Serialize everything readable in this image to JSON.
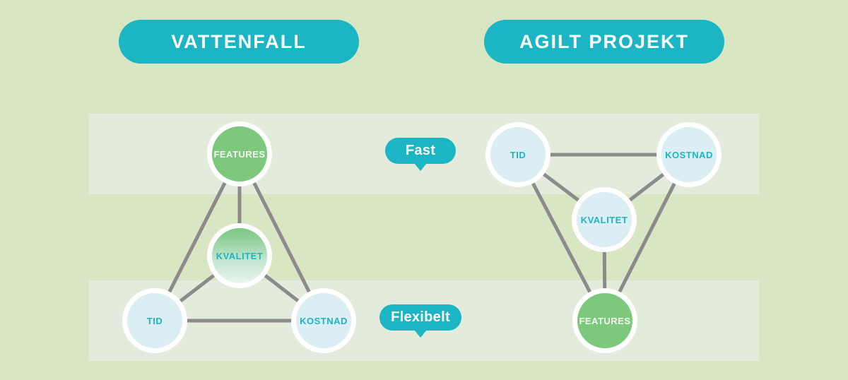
{
  "palette": {
    "background": "#d8e6c4",
    "band": "#e3ecdc",
    "teal": "#1cb5c4",
    "green": "#7cc87d",
    "light_blue": "#dbeef3",
    "gradient_top": "#79c680",
    "gradient_bottom": "#e9f5f0",
    "line": "#8a8b8a"
  },
  "headers": {
    "left": "VATTENFALL",
    "right": "AGILT PROJEKT"
  },
  "row_labels": {
    "fixed": "Fast",
    "flexible": "Flexibelt"
  },
  "diagrams": {
    "left": {
      "name": "Vattenfall",
      "nodes": {
        "features": {
          "label": "FEATURES",
          "fill": "green",
          "row": "fast"
        },
        "kvalitet": {
          "label": "KVALITET",
          "fill": "green-to-pale-gradient",
          "row": "middle"
        },
        "tid": {
          "label": "TID",
          "fill": "light-blue",
          "row": "flexibelt"
        },
        "kostnad": {
          "label": "KOSTNAD",
          "fill": "light-blue",
          "row": "flexibelt"
        }
      },
      "edges": [
        [
          "features",
          "tid"
        ],
        [
          "features",
          "kvalitet"
        ],
        [
          "features",
          "kostnad"
        ],
        [
          "kvalitet",
          "tid"
        ],
        [
          "kvalitet",
          "kostnad"
        ],
        [
          "tid",
          "kostnad"
        ]
      ]
    },
    "right": {
      "name": "Agilt projekt",
      "nodes": {
        "tid": {
          "label": "TID",
          "fill": "light-blue",
          "row": "fast"
        },
        "kostnad": {
          "label": "KOSTNAD",
          "fill": "light-blue",
          "row": "fast"
        },
        "kvalitet": {
          "label": "KVALITET",
          "fill": "light-blue",
          "row": "middle"
        },
        "features": {
          "label": "FEATURES",
          "fill": "green",
          "row": "flexibelt"
        }
      },
      "edges": [
        [
          "tid",
          "kostnad"
        ],
        [
          "tid",
          "kvalitet"
        ],
        [
          "kostnad",
          "kvalitet"
        ],
        [
          "tid",
          "features"
        ],
        [
          "kostnad",
          "features"
        ],
        [
          "kvalitet",
          "features"
        ]
      ]
    }
  }
}
